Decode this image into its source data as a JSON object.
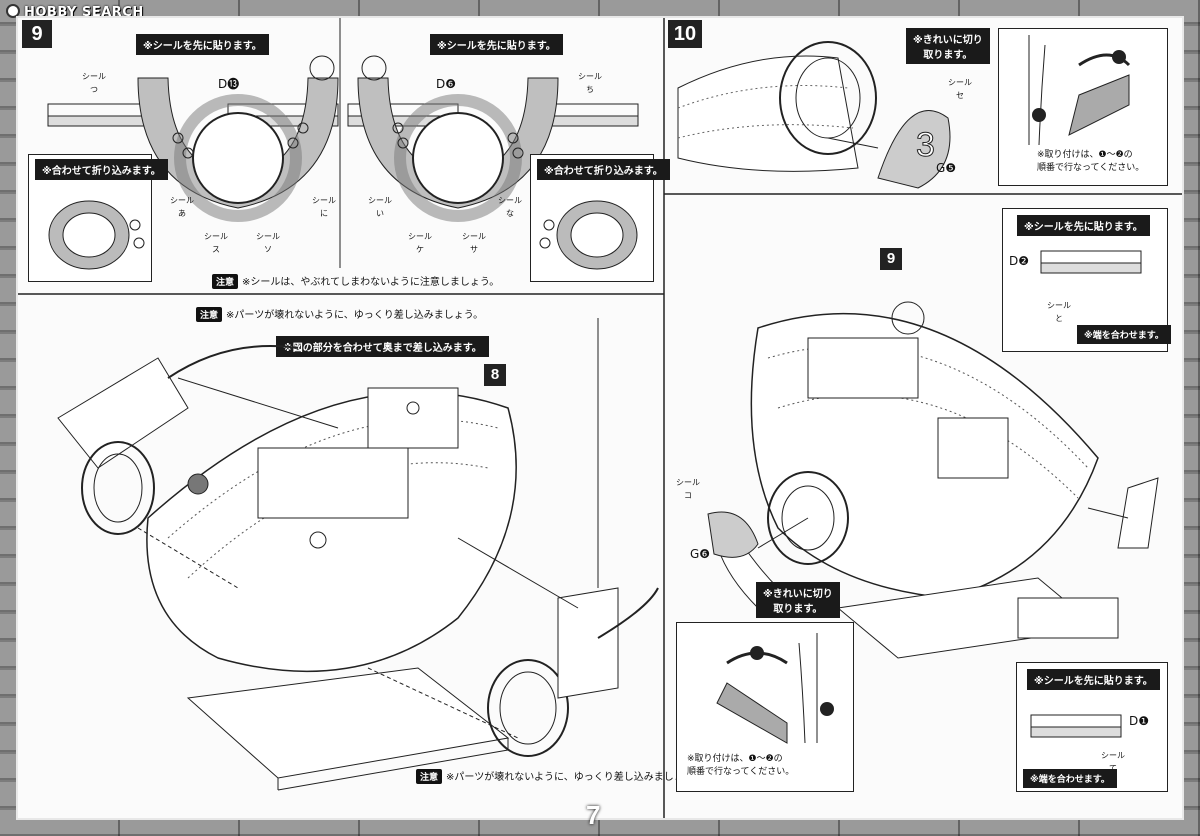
{
  "site_logo": "HOBBY SEARCH",
  "page_number": "7",
  "step9": {
    "number": "9",
    "sticker_first": "※シールを先に貼ります。",
    "part_left": "D⓭",
    "part_right": "D❻",
    "fold_note": "※合わせて折り込みます。",
    "caution_tag": "注意",
    "caution_text": "※シールは、やぶれてしまわないように注意しましょう。",
    "stickers_left": [
      "シール\nつ",
      "シール\nあ",
      "シール\nス",
      "シール\nソ",
      "シール\nに"
    ],
    "stickers_right": [
      "シール\nち",
      "シール\nい",
      "シール\nケ",
      "シール\nサ",
      "シール\nな"
    ]
  },
  "step8": {
    "number": "8",
    "caution_tag": "注意",
    "caution_top": "※パーツが壊れないように、ゆっくり差し込みましょう。",
    "insert_note": "※図の部分を合わせて奥まで差し込みます。",
    "caution_bottom": "※パーツが壊れないように、ゆっくり差し込みましょう。"
  },
  "step10": {
    "number": "10",
    "cut_note": "※きれいに切り\n取ります。",
    "sticker_se": "シール\nセ",
    "part_g5": "G❺",
    "order_note": "※取り付けは、❶～❷の\n順番で行なってください。",
    "sub9": "9",
    "sticker_first_a": "※シールを先に貼ります。",
    "part_d2": "D❷",
    "sticker_to": "シール\nと",
    "align_a": "※端を合わせます。",
    "sticker_ko": "シール\nコ",
    "part_g6": "G❻",
    "cut_note2": "※きれいに切り\n取ります。",
    "order_note2": "※取り付けは、❶～❷の\n順番で行なってください。",
    "sticker_first_b": "※シールを先に貼ります。",
    "part_d1": "D❶",
    "align_b": "※端を合わせます。",
    "sticker_te": "シール\nて"
  }
}
